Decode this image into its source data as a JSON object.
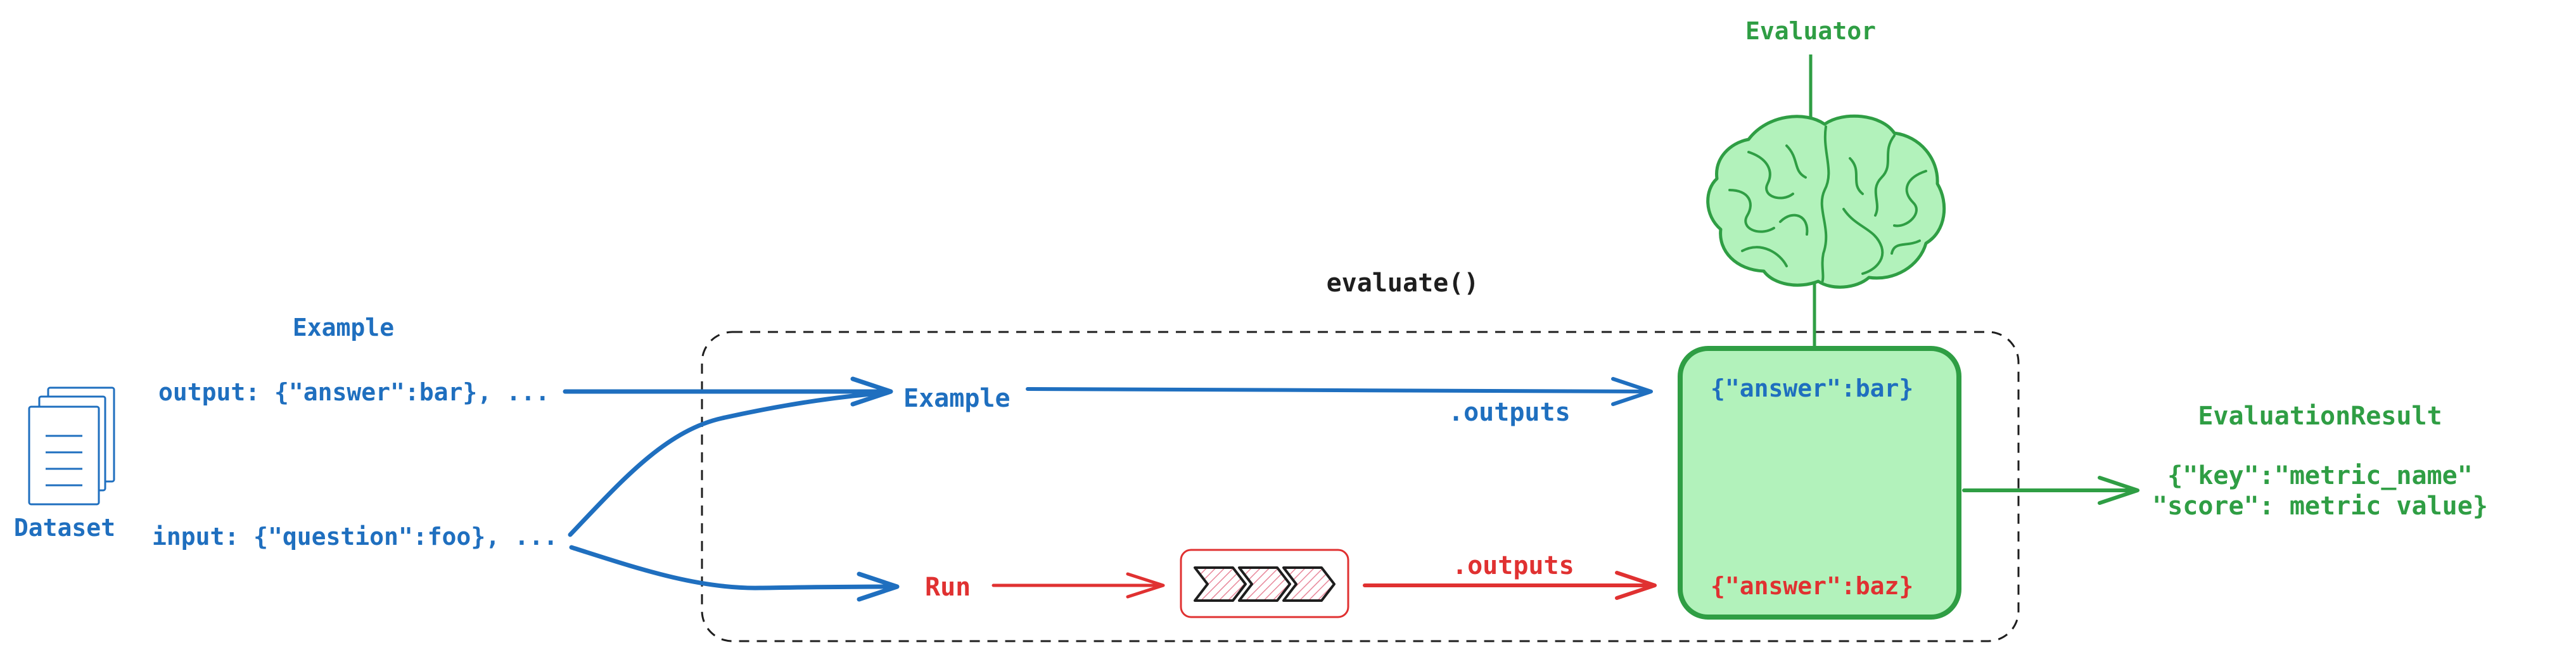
{
  "colors": {
    "blue": "#1f6fbf",
    "red": "#e03131",
    "green": "#2f9e44",
    "green_fill": "#b2f2bb",
    "black": "#1e1e1e"
  },
  "dataset": {
    "icon": "stacked-documents-icon",
    "label": "Dataset",
    "example_header": "Example",
    "output_line": "output: {\"answer\":bar}, ...",
    "input_line": "input: {\"question\":foo}, ..."
  },
  "evaluate_box": {
    "title": "evaluate()",
    "example_label": "Example",
    "run_label": "Run",
    "pipeline_icon": "chevron-pipeline-icon",
    "example_outputs_label": ".outputs",
    "run_outputs_label": ".outputs"
  },
  "evaluator": {
    "label": "Evaluator",
    "icon": "brain-icon",
    "reference_text": "{\"answer\":bar}",
    "prediction_text": "{\"answer\":baz}"
  },
  "result": {
    "title": "EvaluationResult",
    "line1": "{\"key\":\"metric_name\"",
    "line2": "\"score\": metric value}"
  }
}
